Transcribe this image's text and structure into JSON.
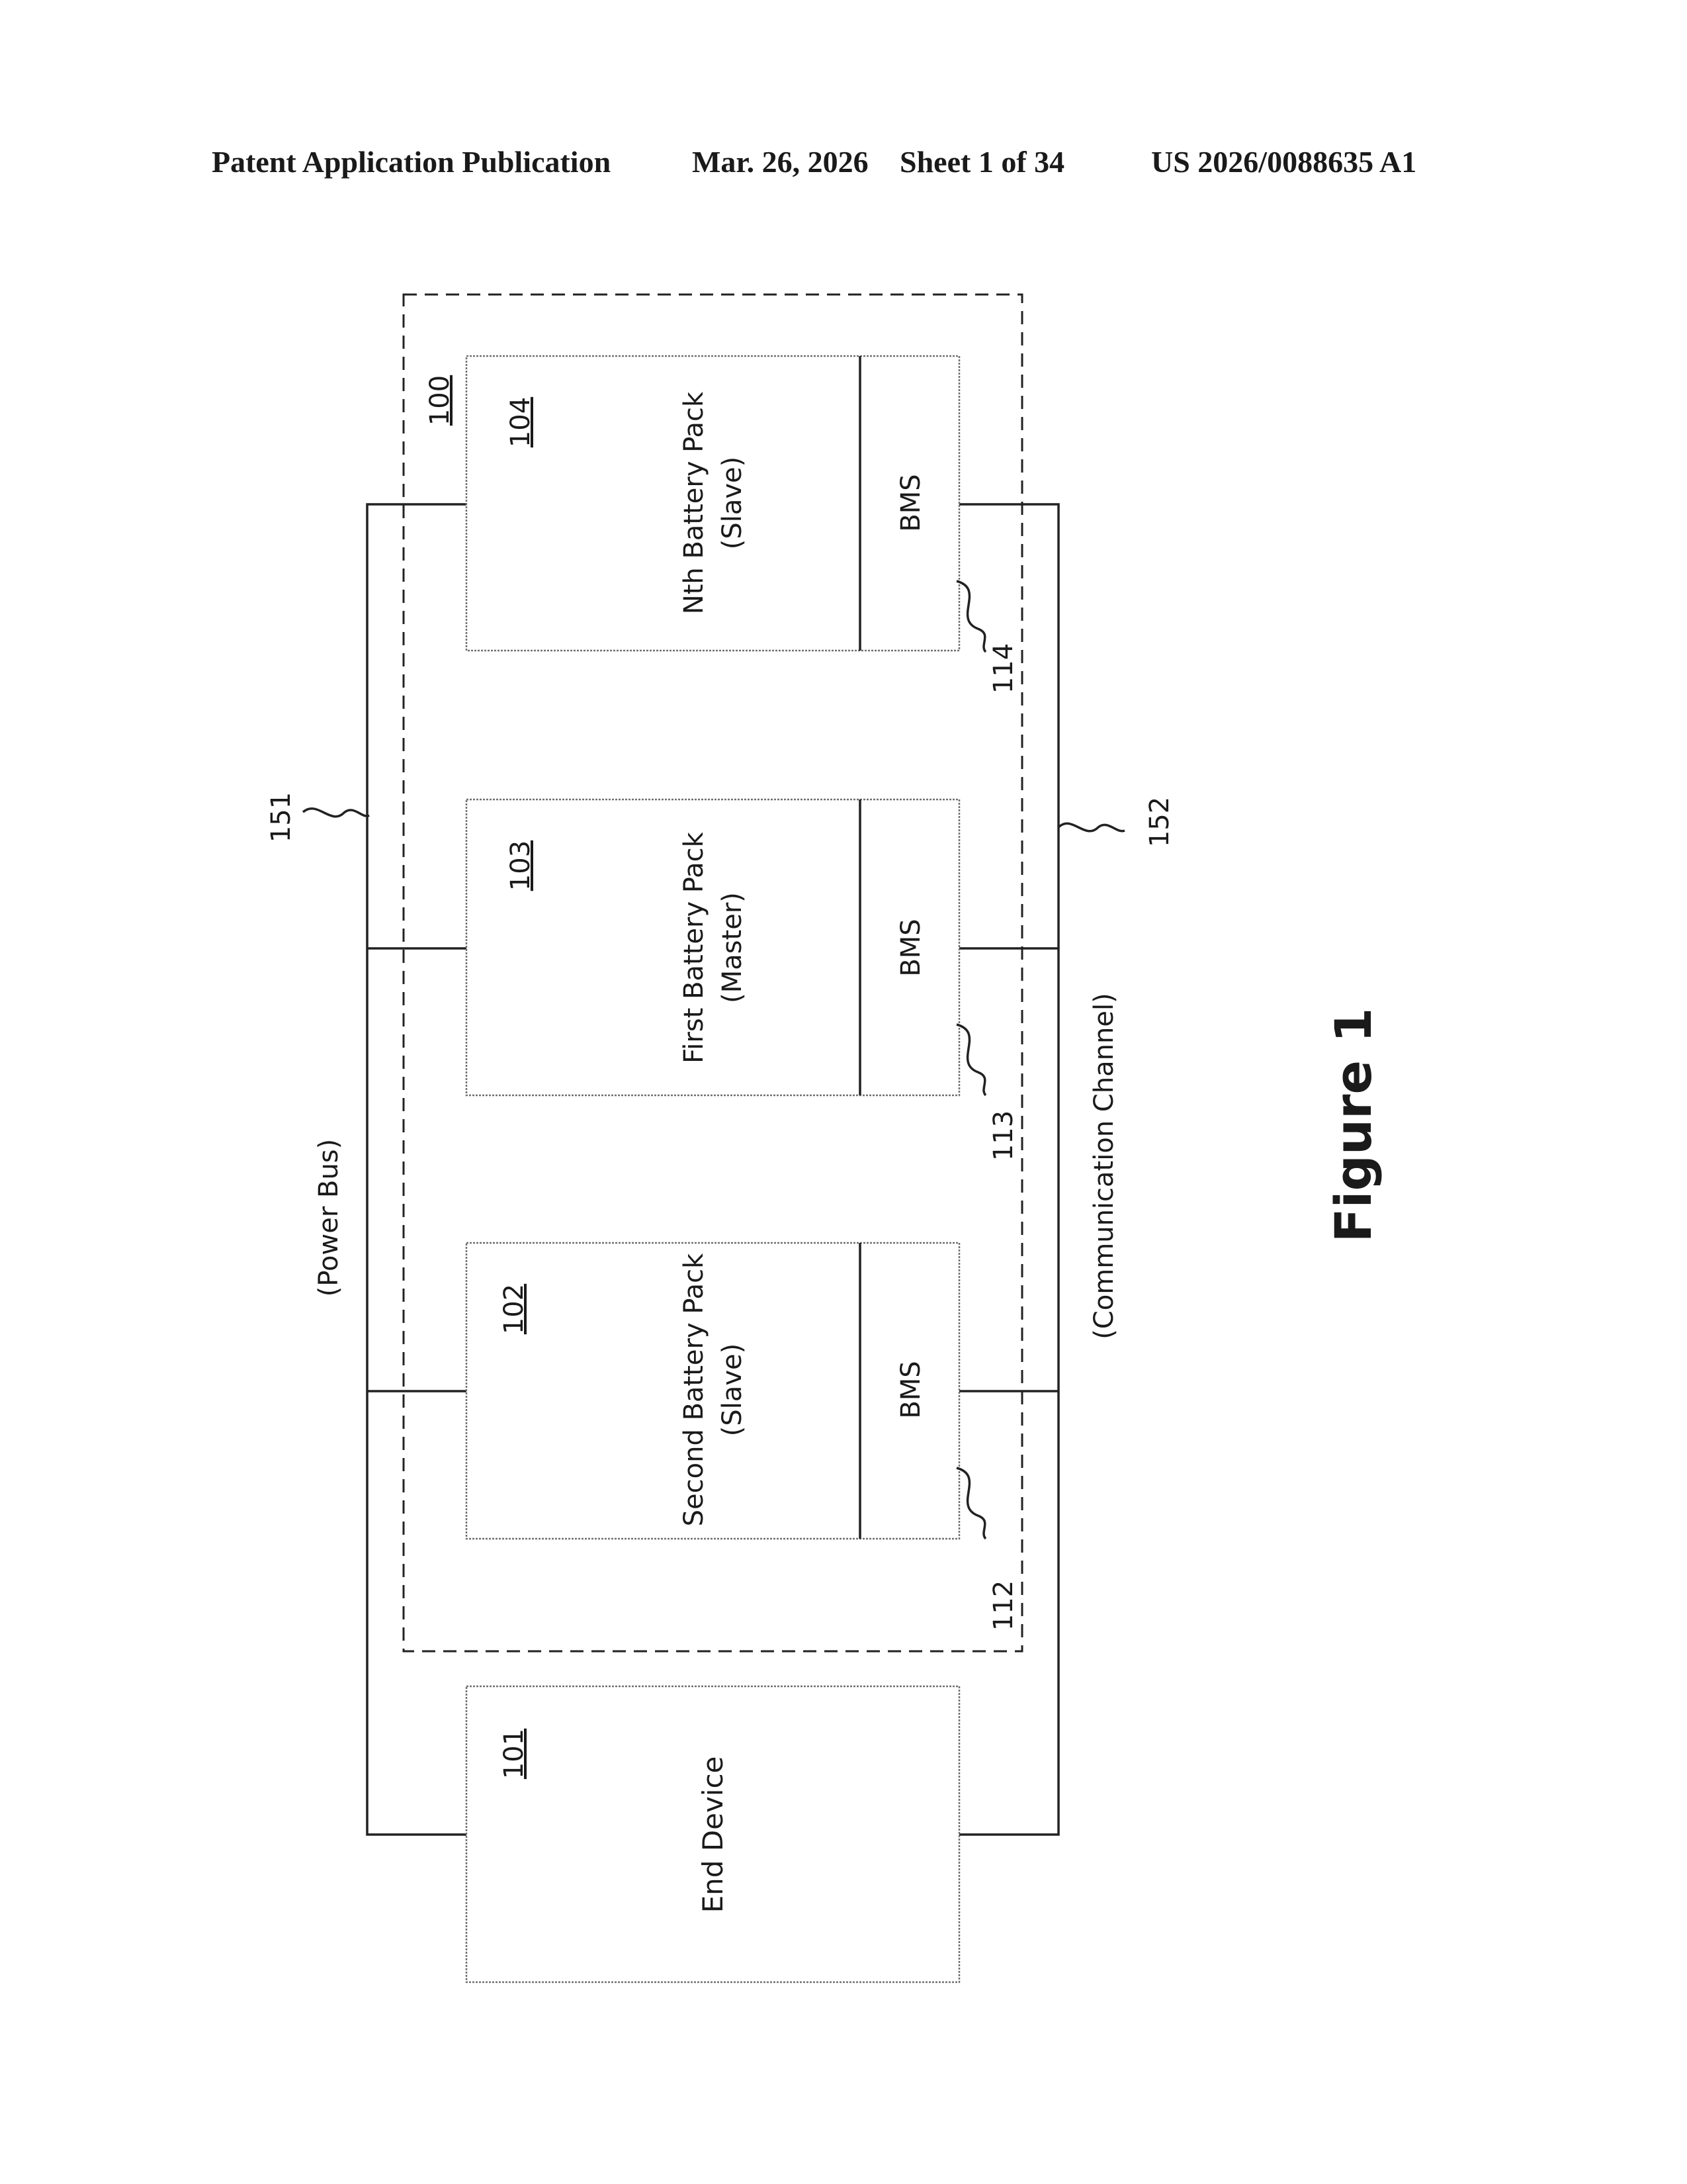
{
  "header": {
    "publication": "Patent Application Publication",
    "date": "Mar. 26, 2026",
    "sheet": "Sheet 1 of 34",
    "number": "US 2026/0088635 A1"
  },
  "diagram": {
    "system_ref": "100",
    "end_device": {
      "ref": "101",
      "label": "End Device"
    },
    "packs": [
      {
        "ref": "102",
        "name": "Second Battery Pack",
        "role": "(Slave)",
        "bms": "BMS",
        "bms_ref": "112"
      },
      {
        "ref": "103",
        "name": "First Battery Pack",
        "role": "(Master)",
        "bms": "BMS",
        "bms_ref": "113"
      },
      {
        "ref": "104",
        "name": "Nth Battery Pack",
        "role": "(Slave)",
        "bms": "BMS",
        "bms_ref": "114"
      }
    ],
    "power_bus": {
      "ref": "151",
      "label": "(Power Bus)"
    },
    "comm_channel": {
      "ref": "152",
      "label": "(Communication Channel)"
    }
  },
  "figure_label": "Figure 1"
}
